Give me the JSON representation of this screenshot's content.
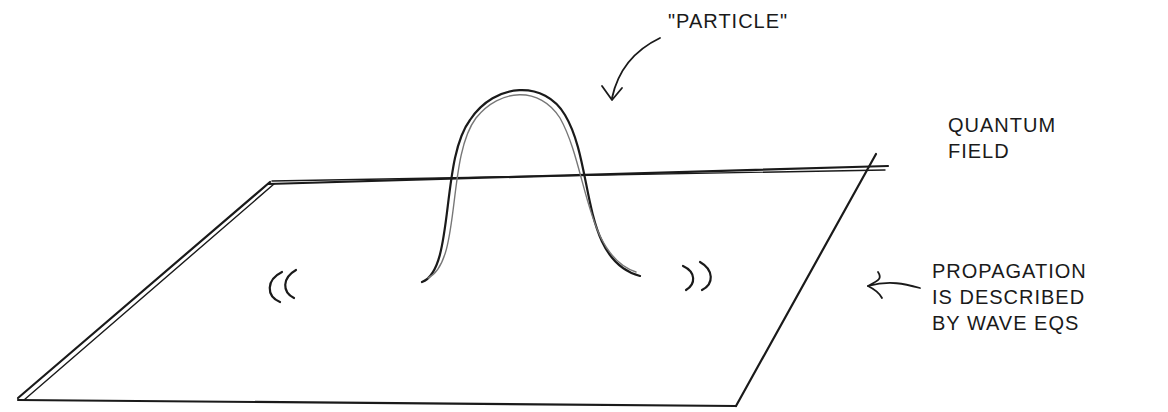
{
  "diagram": {
    "labels": [
      "\"PARTICLE\"",
      "QUANTUM FIELD",
      "PROPAGATION IS DESCRIBED BY WAVE EQS"
    ]
  }
}
